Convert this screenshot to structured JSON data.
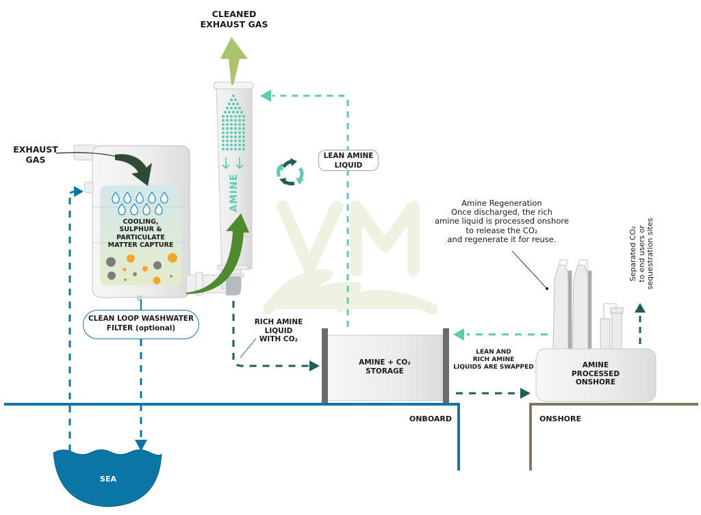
{
  "diagram": {
    "type": "process-flow",
    "colors": {
      "sea_blue": "#0b76a6",
      "onshore_brown": "#85775b",
      "lean_amine_teal": "#5fcab4",
      "rich_amine_dark_teal": "#1c5e55",
      "exhaust_dark_green": "#2f4a35",
      "flue_green": "#4f8a2f",
      "cleaned_gas_lime": "#a9c46a",
      "watermark_green": "#edf3e0",
      "equipment_grey": "#e6e7e7",
      "particle_orange": "#f4a62a",
      "particle_grey": "#7c7c7c"
    },
    "labels": {
      "cleaned_exhaust_gas": [
        "CLEANED",
        "EXHAUST GAS"
      ],
      "exhaust_gas": [
        "EXHAUST",
        "GAS"
      ],
      "scrubber_process": [
        "COOLING,",
        "SULPHUR &",
        "PARTICULATE",
        "MATTER CAPTURE"
      ],
      "washwater_filter": [
        "CLEAN LOOP WASHWATER",
        "FILTER (optional)"
      ],
      "amine_column": "AMINE",
      "lean_amine_liquid": [
        "LEAN AMINE",
        "LIQUID"
      ],
      "rich_amine_liquid": [
        "RICH AMINE",
        "LIQUID",
        "WITH CO₂"
      ],
      "storage": [
        "AMINE + CO₂",
        "STORAGE"
      ],
      "swap": [
        "LEAN AND",
        "RICH AMINE",
        "LIQUIDS ARE SWAPPED"
      ],
      "amine_processed_onshore": [
        "AMINE",
        "PROCESSED",
        "ONSHORE"
      ],
      "regeneration_note": [
        "Amine Regeneration",
        "Once discharged, the rich",
        "amine liquid is processed onshore",
        "to release the CO₂",
        "and regenerate it for reuse."
      ],
      "separated_co2": [
        "Separated CO₂",
        "to end users or",
        "sequestration sites"
      ],
      "onboard": "ONBOARD",
      "onshore": "ONSHORE",
      "sea": "SEA",
      "watermark": "VM"
    },
    "icons": {
      "cycle": "recycle-arrows-icon",
      "water_drops": "water-droplet-icon",
      "particles": "particle-icon"
    }
  }
}
